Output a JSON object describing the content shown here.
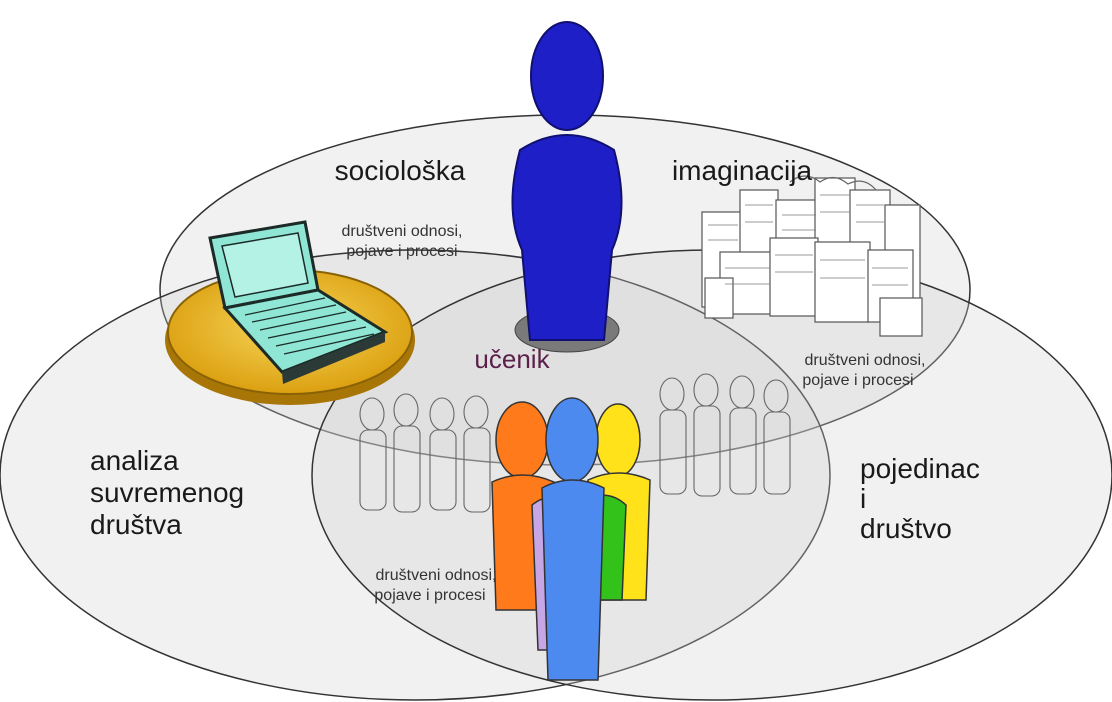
{
  "labels": {
    "top_circle_title_left": "sociološka",
    "top_circle_title_right": "imaginacija",
    "left_circle_lines": [
      "analiza",
      "suvremenog",
      "društva"
    ],
    "right_circle_lines": [
      "pojedinac",
      "i",
      "društvo"
    ],
    "center_label": "učenik",
    "relations_top": [
      "društveni odnosi,",
      "pojave i procesi"
    ],
    "relations_right": [
      "društveni odnosi,",
      "pojave i procesi"
    ],
    "relations_bottom": [
      "društveni odnosi,",
      "pojave i procesi"
    ]
  },
  "colors": {
    "person_center": "#1f1fc8",
    "person_orange": "#ff7a1a",
    "person_blue": "#4d8af0",
    "person_yellow": "#ffe21a",
    "person_violet": "#c7a6e6",
    "person_green": "#33c21a",
    "table_gold": "#f2c01c",
    "laptop_teal": "#8fe6d5",
    "circle_fill": "#cccccc",
    "circle_stroke": "#333333"
  },
  "icons": {
    "center_figure": "person-icon",
    "laptop": "laptop-icon",
    "city": "city-buildings-icon",
    "group": "people-group-icon"
  }
}
